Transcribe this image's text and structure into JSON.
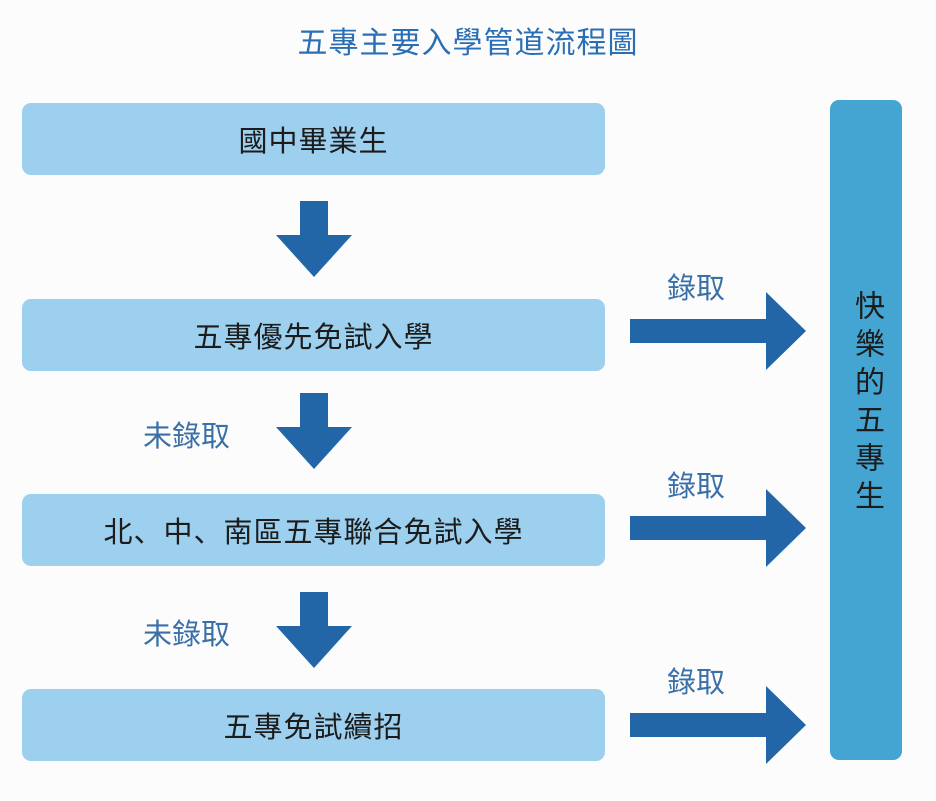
{
  "title": "五專主要入學管道流程圖",
  "colors": {
    "title": "#2a6fb5",
    "box_fill": "#9dcfee",
    "side_fill": "#45a5d2",
    "arrow": "#2366a8",
    "label": "#3a6fa8"
  },
  "steps": [
    {
      "label": "國中畢業生"
    },
    {
      "label": "五專優先免試入學"
    },
    {
      "label": "北、中、南區五專聯合免試入學"
    },
    {
      "label": "五專免試續招"
    }
  ],
  "not_admitted_label": "未錄取",
  "admitted_label": "錄取",
  "not_admitted_labels": [
    "未錄取",
    "未錄取"
  ],
  "admitted_labels": [
    "錄取",
    "錄取",
    "錄取"
  ],
  "outcome": "快樂的五專生",
  "icons": {
    "down": "arrow-down-icon",
    "right": "arrow-right-icon"
  }
}
